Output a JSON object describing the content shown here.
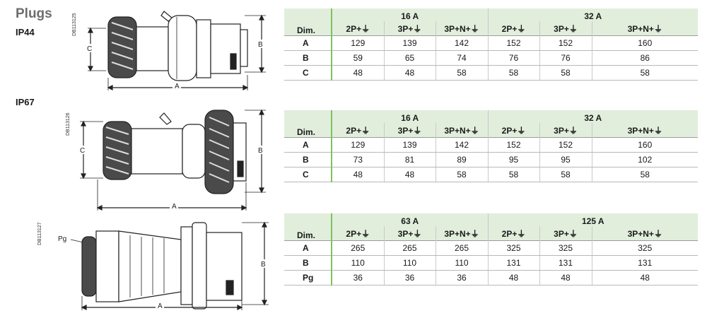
{
  "headings": {
    "title": "Plugs",
    "ip44": "IP44",
    "ip67": "IP67"
  },
  "drawing_codes": [
    "DB113125",
    "DB113126",
    "DB113127"
  ],
  "drawing_labels": {
    "a": "A",
    "b": "B",
    "c": "C",
    "pg": "Pg"
  },
  "tables": [
    {
      "dim_label": "Dim.",
      "groups": [
        "16 A",
        "32 A"
      ],
      "poles": [
        "2P+⏚",
        "3P+⏚",
        "3P+N+⏚",
        "2P+⏚",
        "3P+⏚",
        "3P+N+⏚"
      ],
      "rows": [
        {
          "label": "A",
          "values": [
            "129",
            "139",
            "142",
            "152",
            "152",
            "160"
          ]
        },
        {
          "label": "B",
          "values": [
            "59",
            "65",
            "74",
            "76",
            "76",
            "86"
          ]
        },
        {
          "label": "C",
          "values": [
            "48",
            "48",
            "58",
            "58",
            "58",
            "58"
          ]
        }
      ]
    },
    {
      "dim_label": "Dim.",
      "groups": [
        "16 A",
        "32 A"
      ],
      "poles": [
        "2P+⏚",
        "3P+⏚",
        "3P+N+⏚",
        "2P+⏚",
        "3P+⏚",
        "3P+N+⏚"
      ],
      "rows": [
        {
          "label": "A",
          "values": [
            "129",
            "139",
            "142",
            "152",
            "152",
            "160"
          ]
        },
        {
          "label": "B",
          "values": [
            "73",
            "81",
            "89",
            "95",
            "95",
            "102"
          ]
        },
        {
          "label": "C",
          "values": [
            "48",
            "48",
            "58",
            "58",
            "58",
            "58"
          ]
        }
      ]
    },
    {
      "dim_label": "Dim.",
      "groups": [
        "63 A",
        "125 A"
      ],
      "poles": [
        "2P+⏚",
        "3P+⏚",
        "3P+N+⏚",
        "2P+⏚",
        "3P+⏚",
        "3P+N+⏚"
      ],
      "rows": [
        {
          "label": "A",
          "values": [
            "265",
            "265",
            "265",
            "325",
            "325",
            "325"
          ]
        },
        {
          "label": "B",
          "values": [
            "110",
            "110",
            "110",
            "131",
            "131",
            "131"
          ]
        },
        {
          "label": "Pg",
          "values": [
            "36",
            "36",
            "36",
            "48",
            "48",
            "48"
          ]
        }
      ]
    }
  ]
}
